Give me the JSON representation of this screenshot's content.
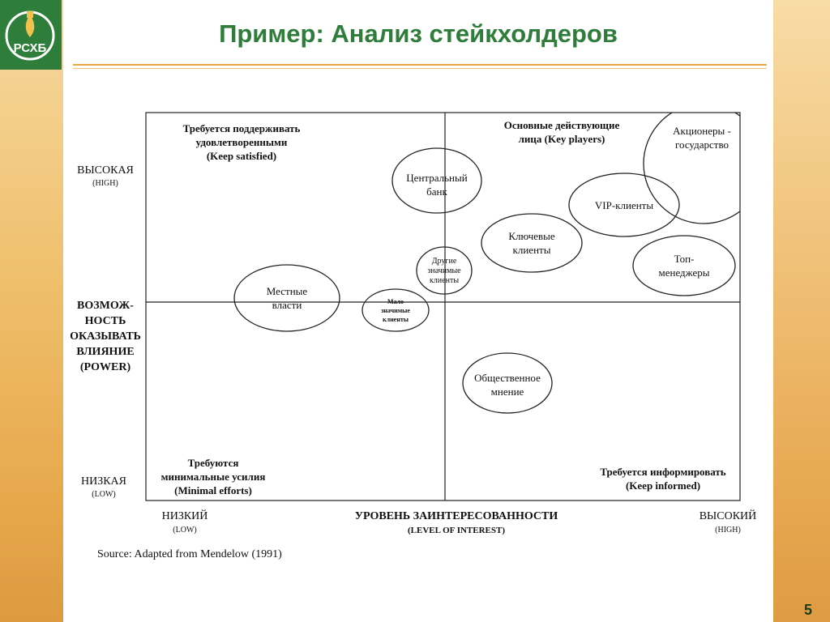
{
  "slide": {
    "title": "Пример: Анализ стейкхолдеров",
    "page_number": "5",
    "source": "Source: Adapted from Mendelow (1991)"
  },
  "logo": {
    "text": "РСХБ",
    "bg_color": "#2e7d3a"
  },
  "colors": {
    "title": "#2e7d3a",
    "rule": "#e8a545"
  },
  "diagram": {
    "y_axis": {
      "title": [
        "ВОЗМОЖ-",
        "НОСТЬ",
        "ОКАЗЫВАТЬ",
        "ВЛИЯНИЕ",
        "(POWER)"
      ],
      "high": "ВЫСОКАЯ",
      "high_en": "(HIGH)",
      "low": "НИЗКАЯ",
      "low_en": "(LOW)"
    },
    "x_axis": {
      "title": "УРОВЕНЬ ЗАИНТЕРЕСОВАННОСТИ",
      "title_en": "(LEVEL OF INTEREST)",
      "low": "НИЗКИЙ",
      "low_en": "(LOW)",
      "high": "ВЫСОКИЙ",
      "high_en": "(HIGH)"
    },
    "quadrants": {
      "top_left": [
        "Требуется поддерживать",
        "удовлетворенными",
        "(Keep satisfied)"
      ],
      "top_right": [
        "Основные действующие",
        "лица (Key players)"
      ],
      "bottom_left": [
        "Требуются",
        "минимальные усилия",
        "(Minimal efforts)"
      ],
      "bottom_right": [
        "Требуется информировать",
        "(Keep informed)"
      ]
    },
    "stakeholders": [
      {
        "id": "central-bank",
        "lines": [
          "Центральный",
          "банк"
        ]
      },
      {
        "id": "vip-clients",
        "lines": [
          "VIP-клиенты"
        ]
      },
      {
        "id": "shareholders",
        "lines": [
          "Акционеры -",
          "государство"
        ]
      },
      {
        "id": "key-clients",
        "lines": [
          "Ключевые",
          "клиенты"
        ]
      },
      {
        "id": "top-managers",
        "lines": [
          "Топ-",
          "менеджеры"
        ]
      },
      {
        "id": "other-clients",
        "lines": [
          "Другие",
          "значимые",
          "клиенты"
        ]
      },
      {
        "id": "local-authorities",
        "lines": [
          "Местные",
          "власти"
        ]
      },
      {
        "id": "minor-clients",
        "lines": [
          "Мало",
          "значимые",
          "клиенты"
        ]
      },
      {
        "id": "public-opinion",
        "lines": [
          "Общественное",
          "мнение"
        ]
      }
    ]
  }
}
